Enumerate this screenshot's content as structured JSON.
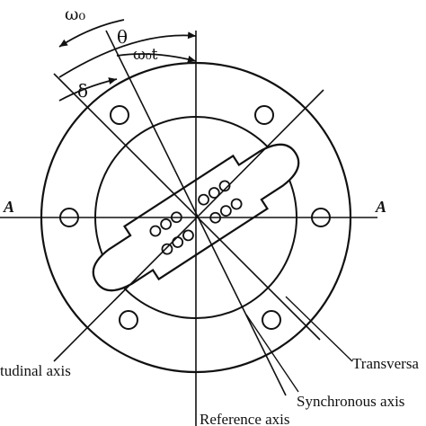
{
  "labels": {
    "omega0": "ω₀",
    "theta": "θ",
    "omega0t": "ω₀t",
    "delta": "δ",
    "axis_a_left": "A",
    "axis_a_right": "A",
    "longitudinal_axis": "tudinal axis",
    "transverse_axis": "Transversa",
    "synchronous_axis": "Synchronous axis",
    "reference_axis": "Reference axis"
  },
  "colors": {
    "stroke": "#111111",
    "background": "#ffffff"
  }
}
